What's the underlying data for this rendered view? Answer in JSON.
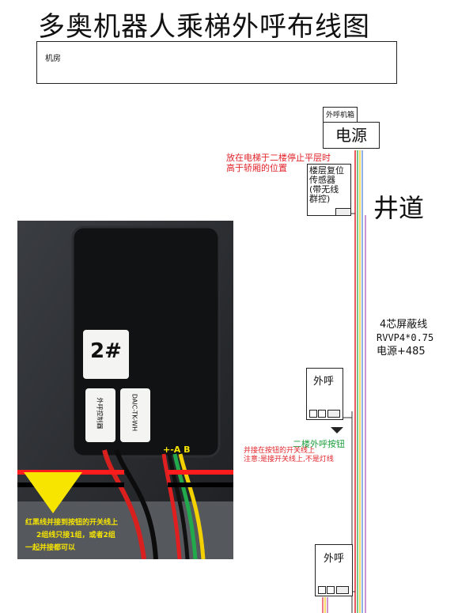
{
  "title": "多奥机器人乘梯外呼布线图",
  "machine_room": {
    "label": "机房"
  },
  "outer_box": {
    "label": "外呼机箱",
    "power": "电源"
  },
  "note_position": [
    "放在电梯于二楼停止平层时",
    "高于轿厢的位置"
  ],
  "sensor": {
    "lines": [
      "楼层复位",
      "传感器",
      "(带无线",
      "群控)"
    ]
  },
  "shaft": "井道",
  "cable": {
    "line1": "4芯屏蔽线",
    "line2": "RVVP4*0.75",
    "line3": "电源+485"
  },
  "call_upper": {
    "label": "外呼"
  },
  "call_lower": {
    "label": "外呼"
  },
  "second_floor_button": "二楼外呼按钮",
  "wiring_note": [
    "并接在按钮的开关线上",
    "注意:是接开关线上,不是灯线"
  ],
  "photo": {
    "floor_mark": "2#",
    "sticker1": "外呼控制器",
    "sticker2": "DAIC-TK-WH",
    "terminal": "+-A B",
    "caption": [
      "红黑线并接到按钮的开关线上",
      "2组线只接1组，或者2组",
      "一起并接都可以"
    ]
  },
  "colors": {
    "red": "#e2232a",
    "green": "#1a9e3a",
    "yellow": "#f7e500",
    "purple": "#9b2a9b"
  }
}
